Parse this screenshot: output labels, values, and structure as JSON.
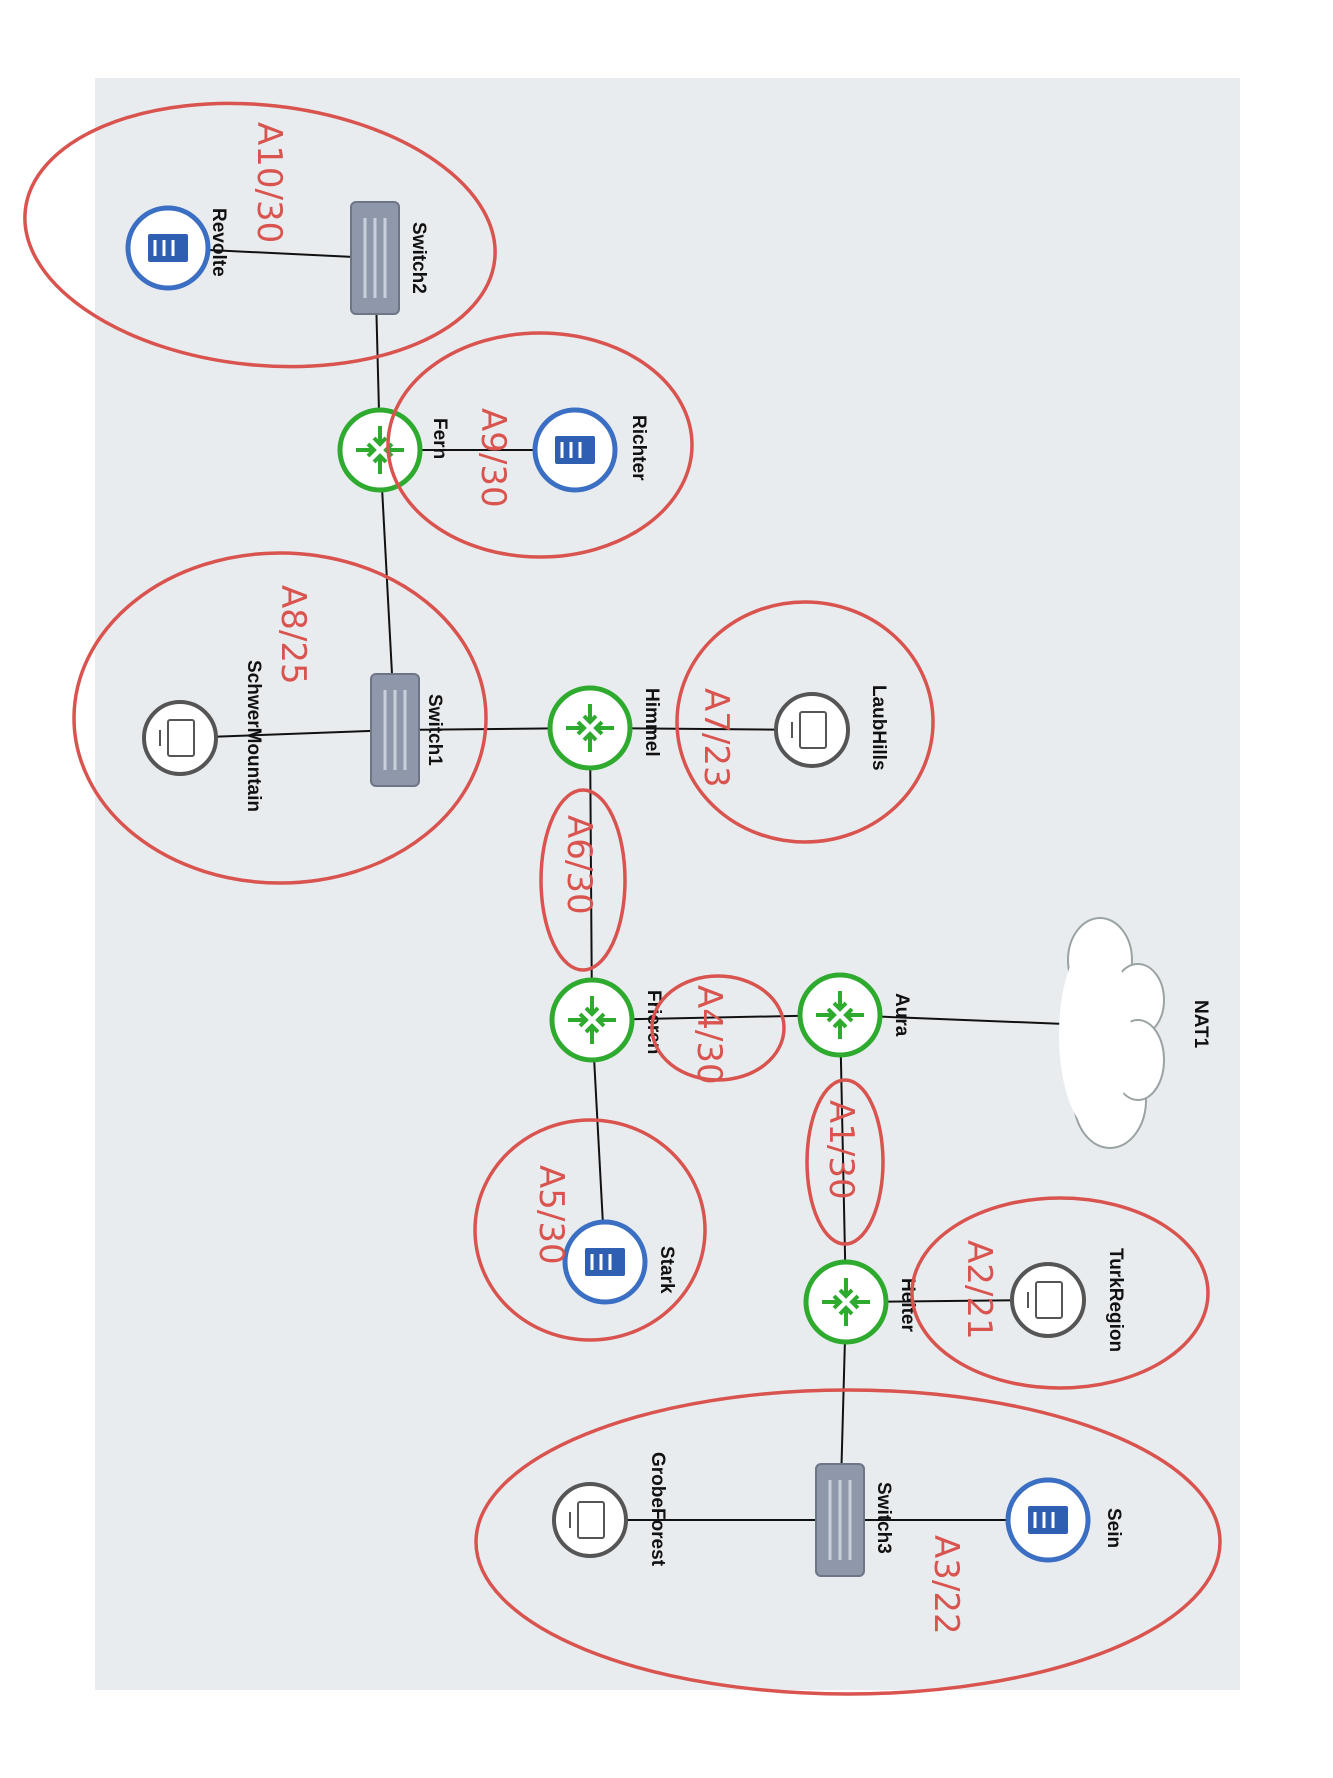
{
  "colors": {
    "background": "#e9ecef",
    "link": "#111111",
    "router": "#2eaa2e",
    "server": "#3a6fc4",
    "pc": "#555555",
    "switch": "#8f98aa",
    "annotation": "#d9534f"
  },
  "nodes": {
    "switch2": {
      "label": "Switch2",
      "type": "switch",
      "icon": "switch-icon"
    },
    "revolte": {
      "label": "Revolte",
      "type": "server",
      "icon": "server-icon"
    },
    "fern": {
      "label": "Fern",
      "type": "router",
      "icon": "router-icon"
    },
    "richter": {
      "label": "Richter",
      "type": "server",
      "icon": "server-icon"
    },
    "switch1": {
      "label": "Switch1",
      "type": "switch",
      "icon": "switch-icon"
    },
    "schwermountain": {
      "label": "SchwerMountain",
      "type": "pc",
      "icon": "pc-icon"
    },
    "himmel": {
      "label": "Himmel",
      "type": "router",
      "icon": "router-icon"
    },
    "laubhills": {
      "label": "LaubHills",
      "type": "pc",
      "icon": "pc-icon"
    },
    "frieren": {
      "label": "Frieren",
      "type": "router",
      "icon": "router-icon"
    },
    "aura": {
      "label": "Aura",
      "type": "router",
      "icon": "router-icon"
    },
    "nat1": {
      "label": "NAT1",
      "type": "cloud",
      "icon": "cloud-icon"
    },
    "stark": {
      "label": "Stark",
      "type": "server",
      "icon": "server-icon"
    },
    "heiter": {
      "label": "Heiter",
      "type": "router",
      "icon": "router-icon"
    },
    "turkregion": {
      "label": "TurkRegion",
      "type": "pc",
      "icon": "pc-icon"
    },
    "switch3": {
      "label": "Switch3",
      "type": "switch",
      "icon": "switch-icon"
    },
    "grobeforest": {
      "label": "GrobeForest",
      "type": "pc",
      "icon": "pc-icon"
    },
    "sein": {
      "label": "Sein",
      "type": "server",
      "icon": "server-icon"
    }
  },
  "links": [
    [
      "revolte",
      "switch2"
    ],
    [
      "switch2",
      "fern"
    ],
    [
      "fern",
      "richter"
    ],
    [
      "fern",
      "switch1"
    ],
    [
      "switch1",
      "schwermountain"
    ],
    [
      "switch1",
      "himmel"
    ],
    [
      "himmel",
      "laubhills"
    ],
    [
      "himmel",
      "frieren"
    ],
    [
      "frieren",
      "aura"
    ],
    [
      "frieren",
      "stark"
    ],
    [
      "aura",
      "nat1"
    ],
    [
      "aura",
      "heiter"
    ],
    [
      "heiter",
      "turkregion"
    ],
    [
      "heiter",
      "switch3"
    ],
    [
      "switch3",
      "grobeforest"
    ],
    [
      "switch3",
      "sein"
    ]
  ],
  "annotations": {
    "a10": "A10/30",
    "a9": "A9/30",
    "a8": "A8/25",
    "a7": "A7/23",
    "a6": "A6/30",
    "a4": "A4/30",
    "a1": "A1/30",
    "a5": "A5/30",
    "a2": "A2/21",
    "a3": "A3/22"
  }
}
